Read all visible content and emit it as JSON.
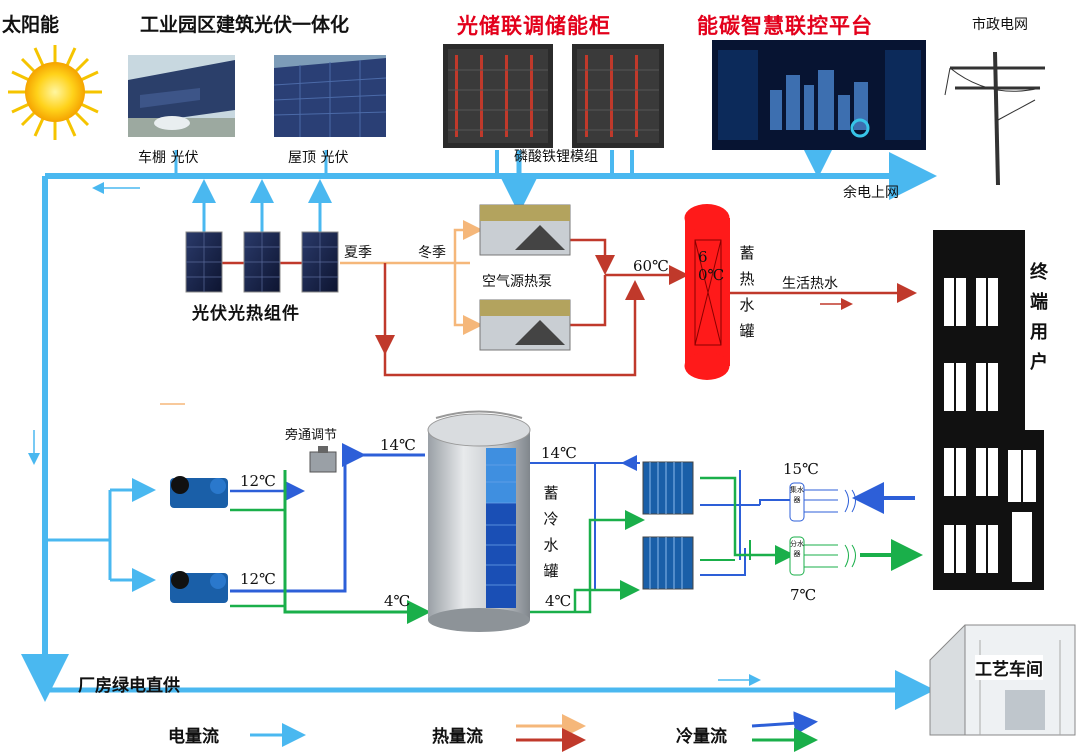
{
  "top": {
    "solar": "太阳能",
    "park_pv": "工业园区建筑光伏一体化",
    "storage_title": "光储联调储能柜",
    "platform_title": "能碳智慧联控平台",
    "grid": "市政电网",
    "carport_pv": "车棚 光伏",
    "roof_pv": "屋顶 光伏",
    "battery": "磷酸铁锂模组",
    "surplus": "余电上网"
  },
  "heat": {
    "pvt": "光伏光热组件",
    "summer": "夏季",
    "winter": "冬季",
    "heat_pump": "空气源热泵",
    "temp_60": "60℃",
    "tank_temp": "60℃",
    "tank": "蓄热水罐",
    "hot_water": "生活热水"
  },
  "cold": {
    "bypass": "旁通调节",
    "t14_left": "14℃",
    "t12_top": "12℃",
    "t12_bot": "12℃",
    "t4_left": "4℃",
    "t14_right": "14℃",
    "t4_right": "4℃",
    "tank": "蓄冷水罐",
    "t15": "15℃",
    "t7": "7℃",
    "collector": "集水器",
    "distributor": "分水器"
  },
  "user": {
    "terminal": "终端用户",
    "workshop": "工艺车间",
    "direct": "厂房绿电直供"
  },
  "legend": {
    "power": "电量流",
    "heat": "热量流",
    "cold": "冷量流"
  },
  "colors": {
    "power": "#4ab8f0",
    "heat_light": "#f5b77a",
    "heat_dark": "#c0392b",
    "cold_blue": "#2d5fd8",
    "cold_green": "#1aaf4a",
    "title_red": "#e3001b"
  }
}
